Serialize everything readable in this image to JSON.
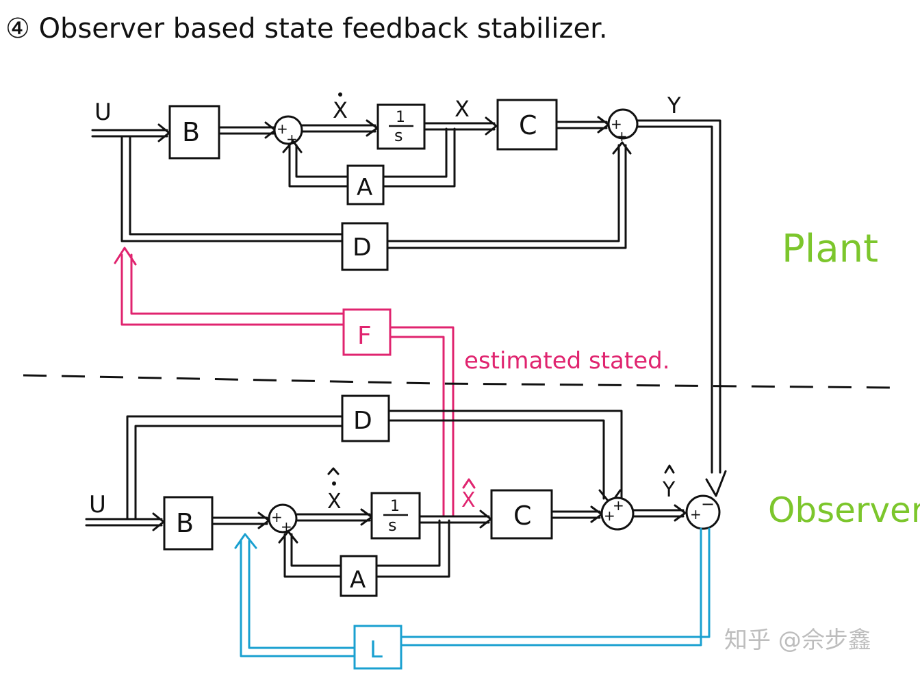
{
  "title": "④  Observer based  state feedback stabilizer.",
  "plant": {
    "label": "Plant",
    "input": "U",
    "blocks": {
      "B": "B",
      "integrator_num": "1",
      "integrator_den": "s",
      "C": "C",
      "A": "A",
      "D": "D"
    },
    "signals": {
      "xdot": "X",
      "x": "X",
      "y": "Y"
    },
    "sum1_signs": [
      "+",
      "+"
    ],
    "sum2_signs": [
      "+",
      "+"
    ]
  },
  "feedback": {
    "block": "F",
    "note": "estimated stated."
  },
  "observer": {
    "label": "Observer",
    "input": "U",
    "blocks": {
      "B": "B",
      "integrator_num": "1",
      "integrator_den": "s",
      "C": "C",
      "A": "A",
      "D": "D",
      "L": "L"
    },
    "signals": {
      "xhatdot": "X",
      "xhat": "X",
      "yhat": "Y"
    },
    "sum1_signs": [
      "+",
      "+"
    ],
    "sum2_signs": [
      "+",
      "+"
    ],
    "sum3_signs": [
      "+",
      "−"
    ]
  },
  "watermark": "知乎 @佘步鑫",
  "colors": {
    "plant_label": "#7cc62c",
    "feedback": "#e0246f",
    "observer_gain": "#1aa0d0",
    "ink": "#111111"
  }
}
